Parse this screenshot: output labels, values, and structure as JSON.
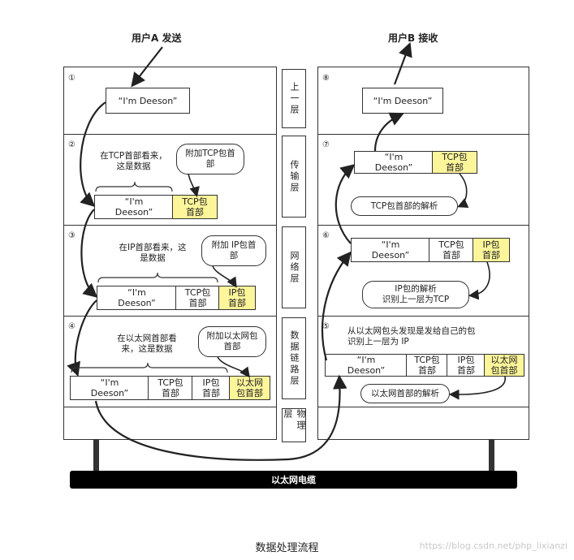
{
  "sender": {
    "title": "用户A 发送",
    "levels": [
      {
        "num": "①"
      },
      {
        "num": "②"
      },
      {
        "num": "③"
      },
      {
        "num": "④"
      }
    ],
    "message": "“I'm Deeson”",
    "tcp_bubble": "附加TCP包首\n部",
    "tcp_note": "在TCP首部看来，\n这是数据",
    "tcp_packet": [
      "“I'm\nDeeson”",
      "TCP包\n首部"
    ],
    "ip_note": "在IP首部看来，这\n是数据",
    "ip_bubble": "附加 IP包首\n部",
    "ip_packet": [
      "“I'm\nDeeson”",
      "TCP包\n首部",
      "IP包\n首部"
    ],
    "eth_note": "在以太网首部看\n来，这是数据",
    "eth_bubble": "附加以太网包\n首部",
    "eth_packet": [
      "“I'm\nDeeson”",
      "TCP包\n首部",
      "IP包\n首部",
      "以太网\n包首部"
    ]
  },
  "receiver": {
    "title": "用户B 接收",
    "levels": [
      {
        "num": "⑧"
      },
      {
        "num": "⑦"
      },
      {
        "num": "⑥"
      },
      {
        "num": "⑤"
      }
    ],
    "message": "“I'm Deeson”",
    "tcp_packet": [
      "“I'm\nDeeson”",
      "TCP包\n首部"
    ],
    "tcp_bubble": "TCP包首部的解析",
    "ip_packet": [
      "“I'm\nDeeson”",
      "TCP包\n首部",
      "IP包\n首部"
    ],
    "ip_bubble": "IP包的解析\n识别上一层为TCP",
    "eth_note": "从以太网包头发现是发给自己的包\n识别上一层为 IP",
    "eth_packet": [
      "“I'm\nDeeson”",
      "TCP包\n首部",
      "IP包\n首部",
      "以太网\n包首部"
    ],
    "eth_bubble": "以太网首部的解析"
  },
  "layers": [
    "上一层",
    "传输层",
    "网络层",
    "数据链路层",
    "物理层"
  ],
  "cable": "以太网电缆",
  "caption": "数据处理流程",
  "watermark": "https://blog.csdn.net/php_lixianzi"
}
